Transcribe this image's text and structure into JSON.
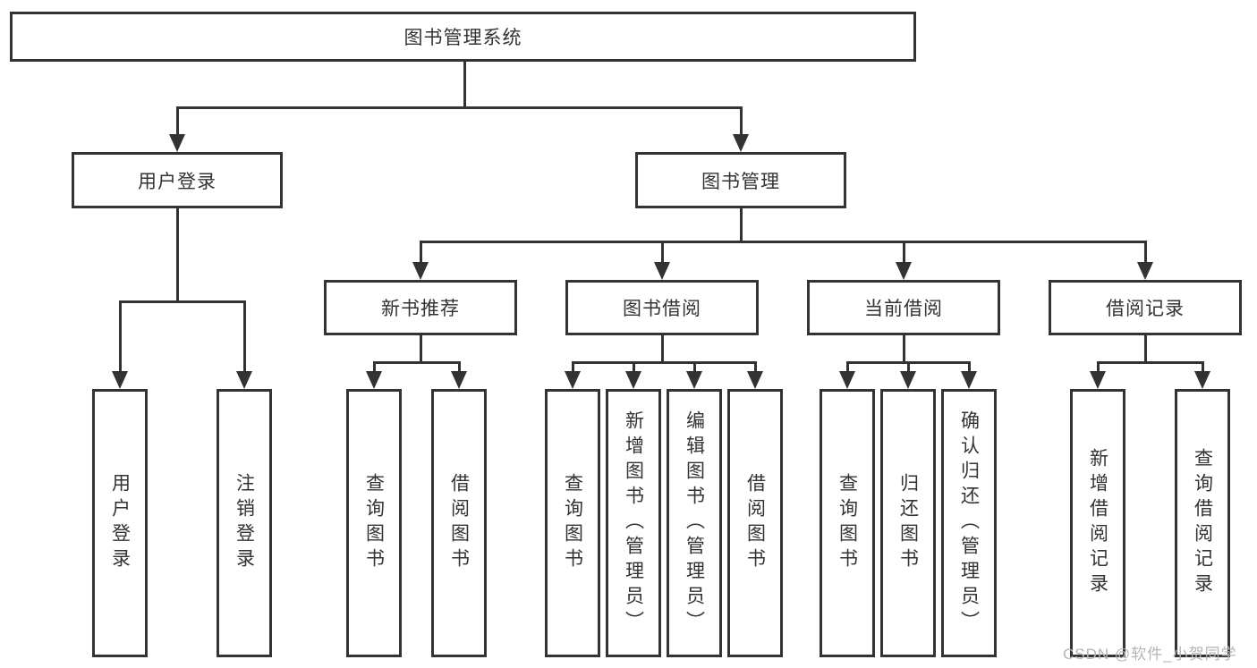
{
  "nodes": {
    "root": "图书管理系统",
    "user_login": "用户登录",
    "book_mgmt": "图书管理",
    "new_book": "新书推荐",
    "book_borrow": "图书借阅",
    "current_borrow": "当前借阅",
    "borrow_record": "借阅记录"
  },
  "leaves": {
    "user_login": [
      "用户登录",
      "注销登录"
    ],
    "new_book": [
      "查询图书",
      "借阅图书"
    ],
    "book_borrow": [
      "查询图书",
      "新增图书（管理员）",
      "编辑图书（管理员）",
      "借阅图书"
    ],
    "current_borrow": [
      "查询图书",
      "归还图书",
      "确认归还（管理员）"
    ],
    "borrow_record": [
      "新增借阅记录",
      "查询借阅记录"
    ]
  },
  "watermark": "CSDN @软件_小贺同学",
  "colors": {
    "line": "#333333",
    "text": "#333333",
    "watermark": "#b5b5b5",
    "background": "#ffffff"
  }
}
